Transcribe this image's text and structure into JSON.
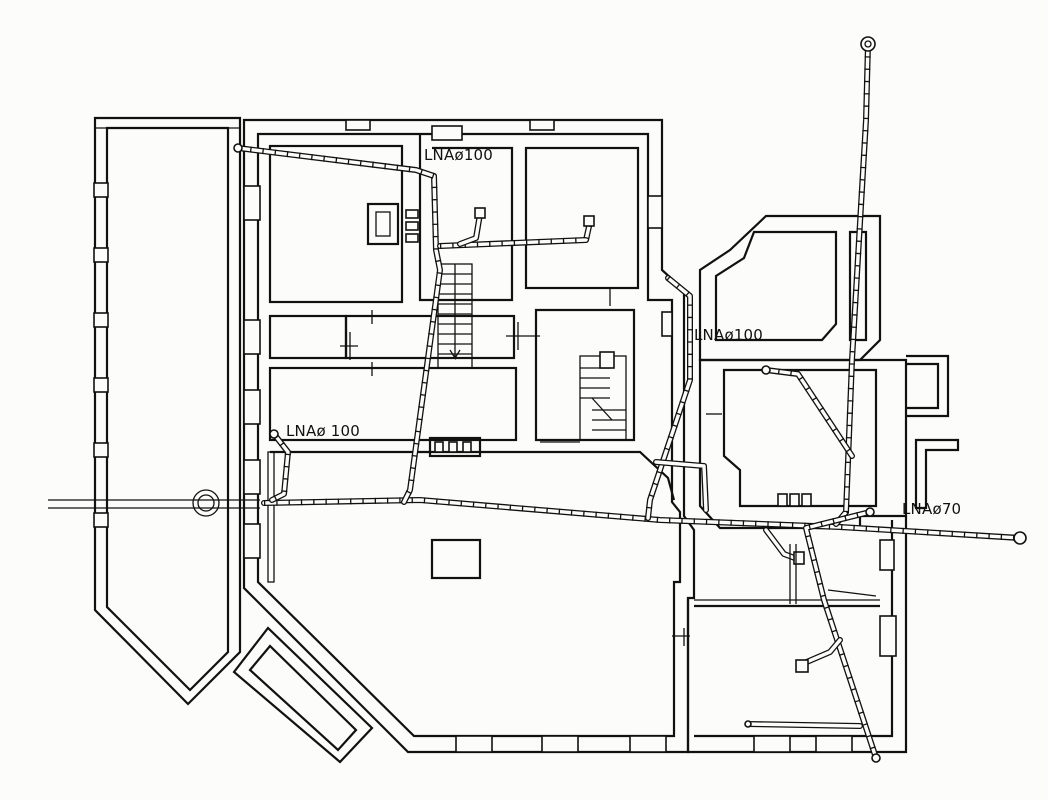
{
  "labels": {
    "pipe_top": "LNAø100",
    "pipe_mid": "LNAø100",
    "pipe_left": "LNAø 100",
    "pipe_right": "LNAø70"
  }
}
